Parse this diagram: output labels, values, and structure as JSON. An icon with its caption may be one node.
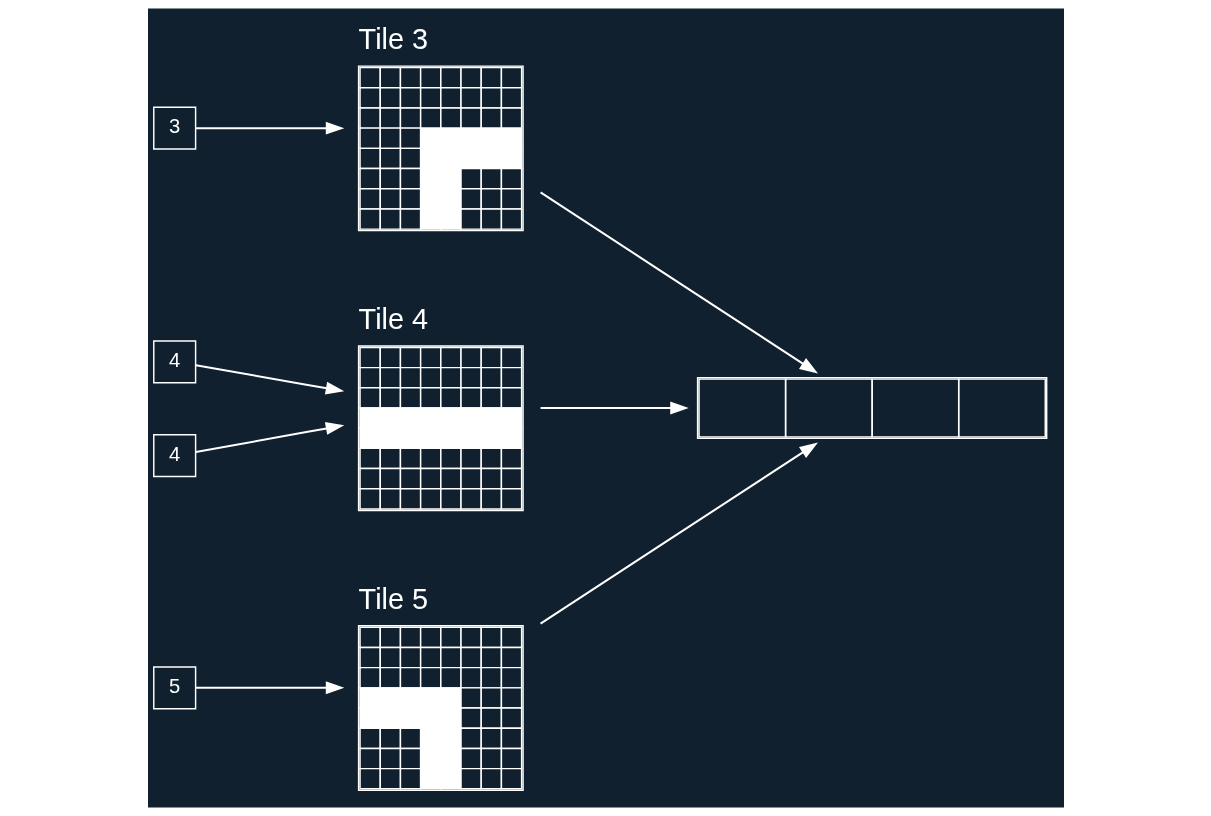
{
  "diagram": {
    "nodes": [
      {
        "text": [
          "3"
        ]
      },
      {
        "text": [
          "4"
        ]
      },
      {
        "text": [
          "4"
        ]
      },
      {
        "text": [
          "5"
        ]
      },
      {
        "text": [
          "Tile 3"
        ]
      },
      {
        "text": [
          "Tile 4"
        ]
      },
      {
        "text": [
          "Tile 5"
        ]
      },
      {
        "text": [],
        "shape": "box"
      }
    ],
    "edges": [
      {
        "from": 0,
        "to": 4,
        "arrow": "to"
      },
      {
        "from": 1,
        "to": 5,
        "arrow": "to"
      },
      {
        "from": 2,
        "to": 5,
        "arrow": "to"
      },
      {
        "from": 3,
        "to": 6,
        "arrow": "to"
      },
      {
        "from": 4,
        "to": 7,
        "arrow": "to"
      },
      {
        "from": 5,
        "to": 7,
        "arrow": "to"
      },
      {
        "from": 6,
        "to": 7,
        "arrow": "to"
      }
    ]
  }
}
